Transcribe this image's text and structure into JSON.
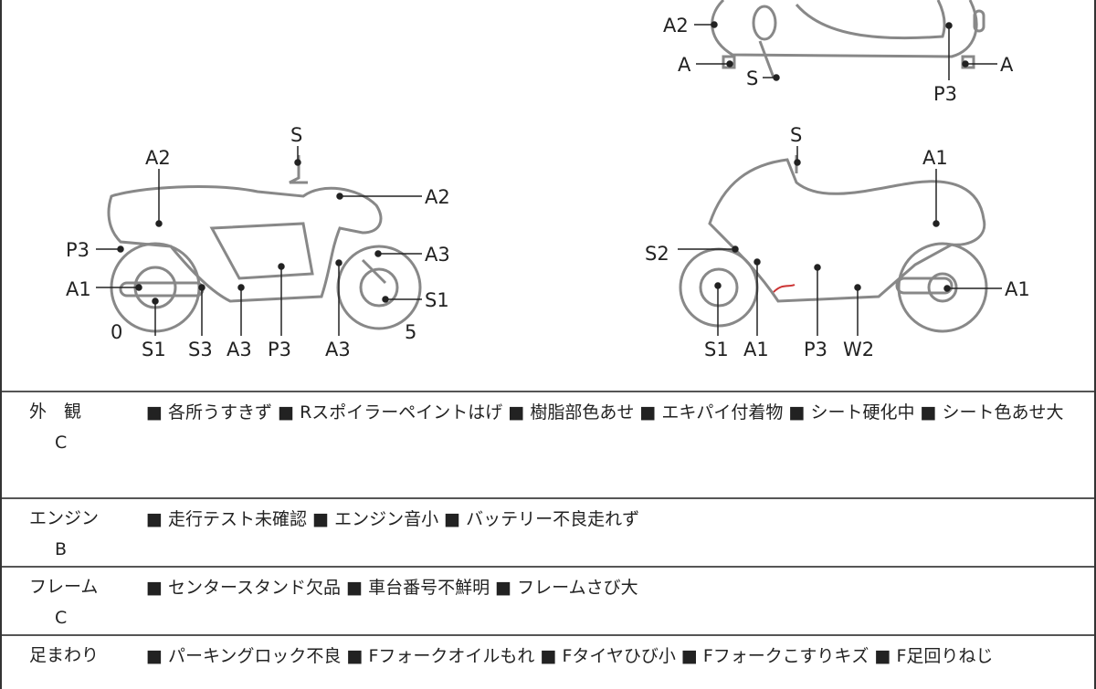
{
  "top_view_labels": {
    "a2": "A2",
    "a_left": "A",
    "s": "S",
    "p3": "P3",
    "a_right": "A"
  },
  "left_view_labels": {
    "s": "S",
    "a2_seat": "A2",
    "a2_front": "A2",
    "p3_rear": "P3",
    "a3_front": "A3",
    "a1": "A1",
    "s1_front": "S1",
    "zero": "0",
    "five": "5",
    "s1_bottom": "S1",
    "s3": "S3",
    "a3_bottom": "A3",
    "p3_bottom": "P3",
    "a3_bottom2": "A3"
  },
  "right_view_labels": {
    "s": "S",
    "a1_seat": "A1",
    "s2": "S2",
    "a1_rear": "A1",
    "s1": "S1",
    "a1_bottom": "A1",
    "p3": "P3",
    "w2": "W2"
  },
  "rows": [
    {
      "name": "外　観",
      "grade": "C",
      "items": [
        "各所うすきず",
        "Rスポイラーペイントはげ",
        "樹脂部色あせ",
        "エキパイ付着物",
        "シート硬化中",
        "シート色あせ大"
      ]
    },
    {
      "name": "エンジン",
      "grade": "B",
      "items": [
        "走行テスト未確認",
        "エンジン音小",
        "バッテリー不良走れず"
      ]
    },
    {
      "name": "フレーム",
      "grade": "C",
      "items": [
        "センタースタンド欠品",
        "車台番号不鮮明",
        "フレームさび大"
      ]
    },
    {
      "name": "足まわり",
      "grade": "",
      "items": [
        "パーキングロック不良",
        "Fフォークオイルもれ",
        "Fタイヤひび小",
        "Fフォークこすりキズ",
        "F足回りねじ"
      ]
    }
  ],
  "bullet": "■"
}
